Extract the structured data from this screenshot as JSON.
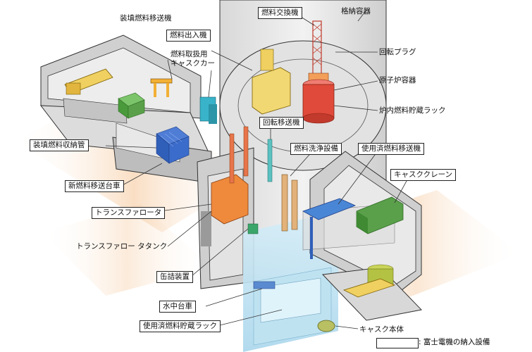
{
  "labels": {
    "fuel_handling_machine": "燃料交換機",
    "containment_vessel": "格納容器",
    "loaded_fuel_transfer_machine": "装填燃料移送機",
    "fuel_entry_machine": "燃料出入機",
    "fuel_handling_cask_car": "燃料取扱用\nキャスクカー",
    "rotating_plug": "回転プラグ",
    "reactor_vessel": "原子炉容器",
    "in_vessel_storage_rack": "炉内燃料貯蔵ラック",
    "loaded_fuel_storage_tube": "装填燃料収納管",
    "rotary_transfer_machine": "回転移送機",
    "fuel_washing_equipment": "燃料洗浄設備",
    "spent_fuel_transfer_machine": "使用済燃料移送機",
    "new_fuel_transfer_cart": "新燃料移送台車",
    "cask_crane": "キャスククレーン",
    "transfer_rotor": "トランスファロータ",
    "transfer_rotor_tank": "トランスファロー タタンク",
    "canning_equipment": "缶詰装置",
    "underwater_cart": "水中台車",
    "spent_fuel_storage_rack": "使用済燃料貯蔵ラック",
    "cask_body": "キャスク本体"
  },
  "legend": {
    "text": ": 富士電機の納入設備"
  },
  "colors": {
    "concrete_top": "#e6e6e6",
    "concrete_side": "#b8b8b8",
    "concrete_dark": "#8c8c8c",
    "containment": "#e9e9e9",
    "water": "#c7e6f4",
    "glow": "#f9d7b8",
    "yellow": "#efd060",
    "orange": "#ef8a3c",
    "red": "#d83a2a",
    "green": "#5aa04a",
    "blue": "#2f66c8",
    "cyan": "#39b3c9"
  }
}
